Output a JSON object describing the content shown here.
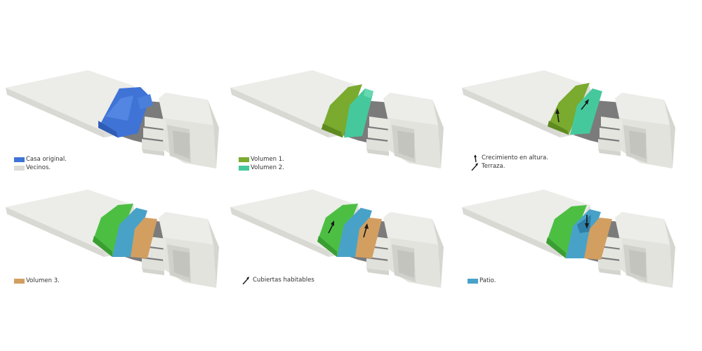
{
  "colors": {
    "neighbor_light": "#e6e6e1",
    "neighbor_shade": "#d7d7d2",
    "street": "#7b7b7b",
    "original": "#3f73d6",
    "volume1": "#7aaa2e",
    "volume2": "#45c99c",
    "volume3": "#d29f61",
    "green_bright": "#4cbf43",
    "patio": "#48a2c8",
    "arrow": "#1a1a1a"
  },
  "panels": [
    {
      "legend": [
        {
          "type": "swatch",
          "color": "#3f73d6",
          "label": "Casa original."
        },
        {
          "type": "swatch",
          "color": "#dcdcd8",
          "label": "Vecinos."
        }
      ]
    },
    {
      "legend": [
        {
          "type": "swatch",
          "color": "#7aaa2e",
          "label": "Volumen 1."
        },
        {
          "type": "swatch",
          "color": "#45c99c",
          "label": "Volumen 2."
        }
      ]
    },
    {
      "legend": [
        {
          "type": "arrow",
          "label": "Crecimiento en altura."
        },
        {
          "type": "arrow",
          "label": "Terraza."
        }
      ]
    },
    {
      "legend": [
        {
          "type": "swatch",
          "color": "#d29f61",
          "label": "Volumen 3."
        }
      ]
    },
    {
      "legend": [
        {
          "type": "arrow",
          "label": "Cubiertas habitables"
        }
      ]
    },
    {
      "legend": [
        {
          "type": "swatch",
          "color": "#48a2c8",
          "label": "Patio."
        }
      ]
    }
  ]
}
